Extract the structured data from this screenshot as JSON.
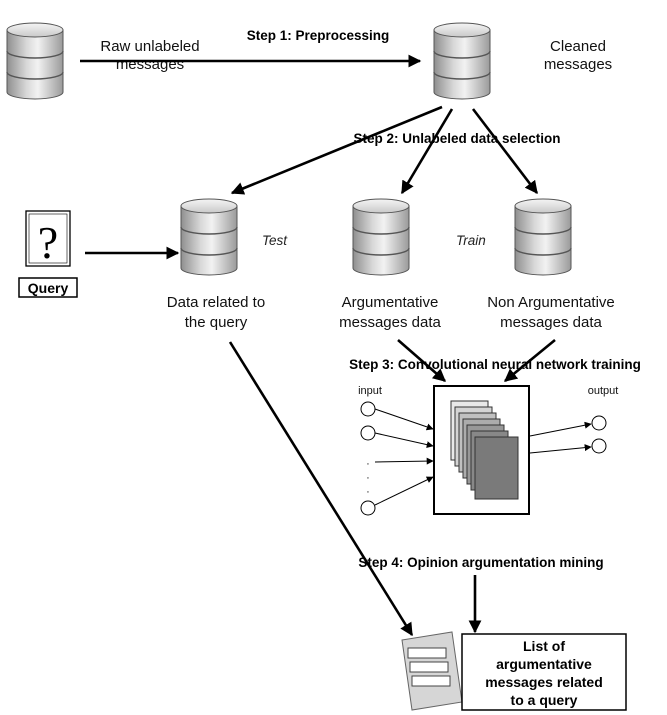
{
  "databases": {
    "raw": [
      "Raw unlabeled",
      "messages"
    ],
    "cleaned": [
      "Cleaned",
      "messages"
    ],
    "query_data": [
      "Data related to",
      "the query"
    ],
    "argumentative": [
      "Argumentative",
      "messages data"
    ],
    "non_argumentative": [
      "Non Argumentative",
      "messages data"
    ]
  },
  "steps": {
    "step1": "Step 1: Preprocessing",
    "step2": "Step 2: Unlabeled data selection",
    "step3": "Step 3: Convolutional neural network training",
    "step4": "Step 4: Opinion argumentation mining"
  },
  "tags": {
    "test": "Test",
    "train": "Train"
  },
  "query": {
    "symbol": "?",
    "label": "Query"
  },
  "network": {
    "input": "input",
    "output": "output",
    "dots": [
      "·",
      "·",
      "·"
    ]
  },
  "result": [
    "List of",
    "argumentative",
    "messages related",
    "to a query"
  ]
}
